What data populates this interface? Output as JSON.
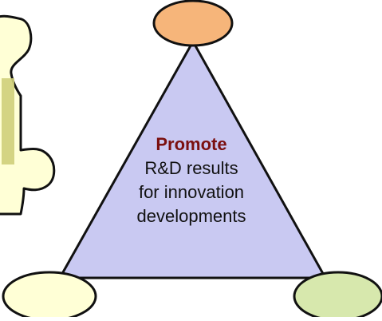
{
  "diagram": {
    "center": {
      "emphasis": "Promote",
      "lines": [
        "R&D results",
        "for innovation",
        "developments"
      ]
    }
  },
  "colors": {
    "triangle_fill": "#c9c9f2",
    "top_node": "#f6b57a",
    "left_node": "#ffffd6",
    "right_node": "#d7e8ad",
    "puzzle_fill": "#ffffd6",
    "puzzle_accent": "#cfcf7a",
    "stroke": "#111111",
    "emphasis_text": "#7b1010"
  }
}
